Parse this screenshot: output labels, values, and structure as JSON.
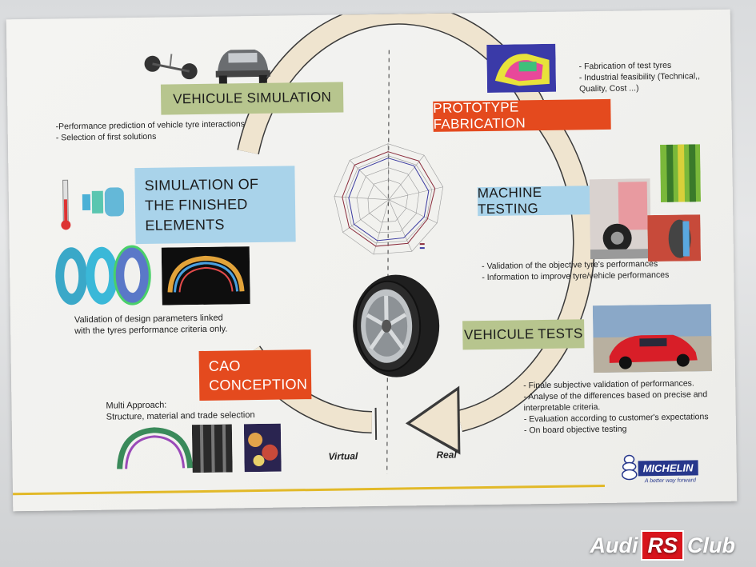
{
  "boxes": {
    "vehicle_simulation": "VEHICULE SIMULATION",
    "prototype_fabrication": "PROTOTYPE FABRICATION",
    "simulation_finished": "SIMULATION OF\nTHE FINISHED\nELEMENTS",
    "machine_testing": "MACHINE TESTING",
    "vehicle_tests": "VEHICULE TESTS",
    "cao_conception": "CAO\nCONCEPTION"
  },
  "texts": {
    "vehicle_simulation_desc": "-Performance prediction of vehicle tyre interactions\n- Selection of first solutions",
    "prototype_desc": "- Fabrication of test tyres\n- Industrial feasibility (Technical,,\nQuality, Cost ...)",
    "machine_desc": "- Validation of the objective tyre's performances\n- Information to improve tyre/vehicle performances",
    "finished_desc": "Validation of design parameters linked\nwith  the tyres performance criteria only.",
    "vehicle_tests_desc": "- Finale subjective validation of performances.\n- Analyse of the differences based on precise and\ninterpretable criteria.\n- Evaluation according to customer's expectations\n- On board objective testing",
    "cao_desc": "Multi Approach:\nStructure, material and trade selection",
    "virtual": "Virtual",
    "real": "Real"
  },
  "brand": {
    "michelin": "MICHELIN",
    "michelin_tagline": "A better way forward",
    "watermark_left": "Audi",
    "watermark_rs": "RS",
    "watermark_right": "Club"
  },
  "colors": {
    "green_box": "#b7c58e",
    "red_box": "#e44a1e",
    "blue_box": "#a9d3ea",
    "cycle_arrow": "#efe4cf",
    "michelin_blue": "#27378c"
  }
}
